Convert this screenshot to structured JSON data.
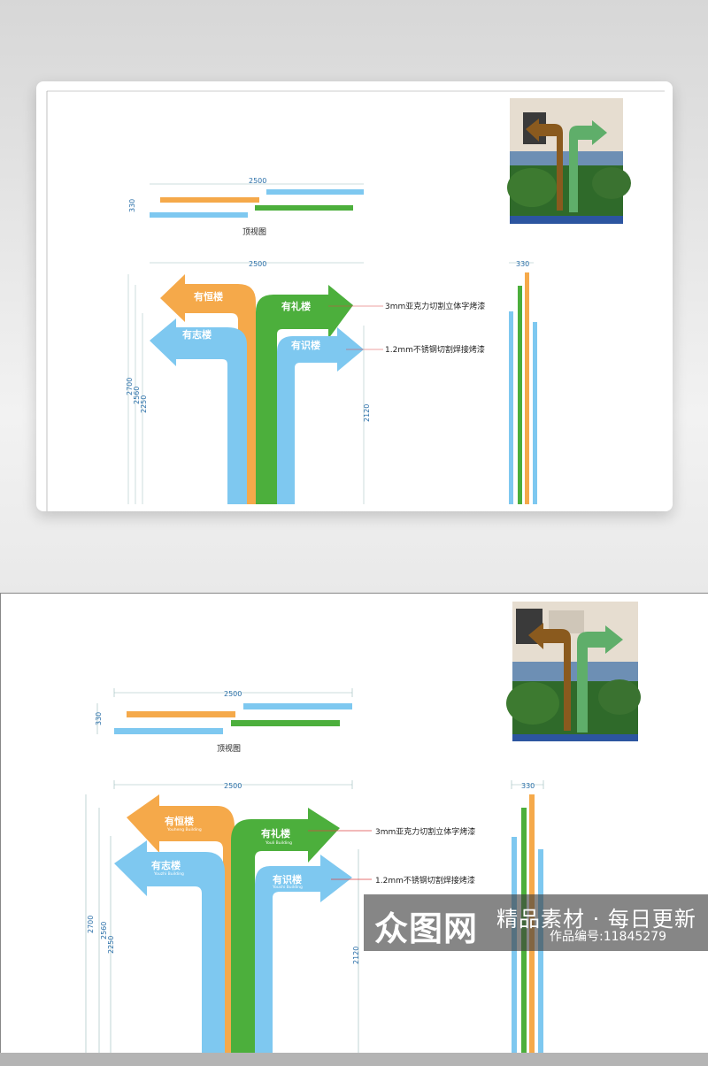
{
  "dimensions": {
    "overall_width": "2500",
    "depth": "330",
    "height_orange": "2700",
    "height_green": "2560",
    "height_blue_left": "2250",
    "height_blue_right": "2120",
    "side_width": "330"
  },
  "captions": {
    "top_view": "顶视图"
  },
  "notes": {
    "acrylic": "3mm亚克力切割立体字烤漆",
    "steel": "1.2mm不锈钢切割焊接烤漆"
  },
  "signs": [
    {
      "cn": "有恒楼",
      "en": "Youheng Building",
      "color": "#f5a94a"
    },
    {
      "cn": "有礼楼",
      "en": "Youli Building",
      "color": "#4caf3c"
    },
    {
      "cn": "有志楼",
      "en": "Youzhi Building",
      "color": "#7ec8f0"
    },
    {
      "cn": "有识楼",
      "en": "Youshi Building",
      "color": "#7ec8f0"
    }
  ],
  "watermark": {
    "logo": "众图网",
    "title": "精品素材 · 每日更新",
    "id": "作品编号:11845279"
  }
}
